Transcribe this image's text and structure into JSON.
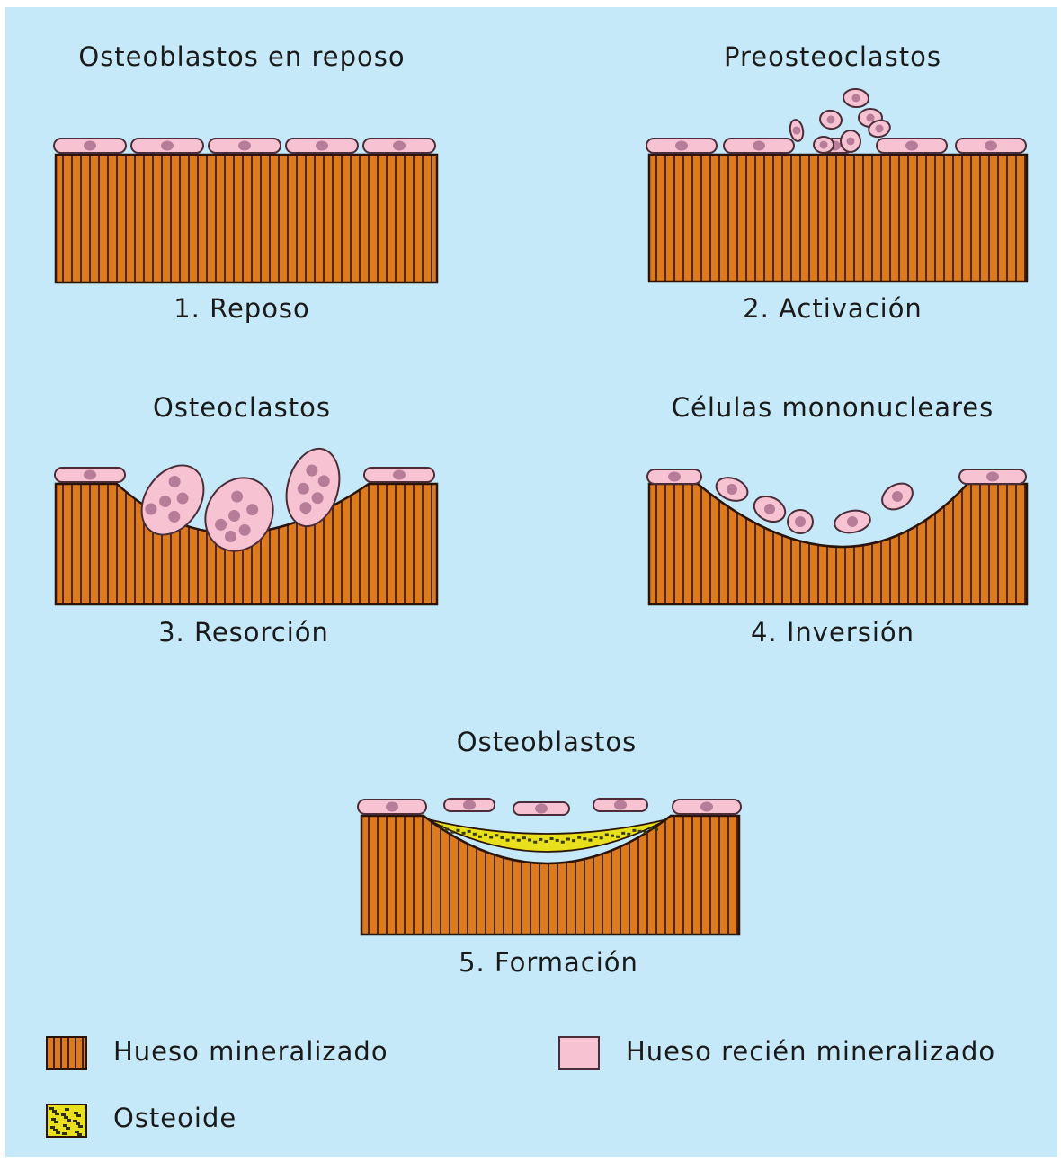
{
  "colors": {
    "background": "#c5e9f8",
    "bone_fill": "#dd7a1e",
    "bone_line": "#2a1408",
    "cell_fill": "#f7c2d2",
    "cell_nucleus": "#b77d98",
    "osteoid_fill": "#e8e01c"
  },
  "panels": [
    {
      "title": "Osteoblastos en reposo",
      "caption": "1.  Reposo"
    },
    {
      "title": "Preosteoclastos",
      "caption": "2.  Activación"
    },
    {
      "title": "Osteoclastos",
      "caption": "3.  Resorción"
    },
    {
      "title": "Células mononucleares",
      "caption": "4.  Inversión"
    },
    {
      "title": "Osteoblastos",
      "caption": "5.  Formación"
    }
  ],
  "legend": {
    "mineralized": "Hueso mineralizado",
    "new_mineralized": "Hueso recién mineralizado",
    "osteoid": "Osteoide"
  }
}
